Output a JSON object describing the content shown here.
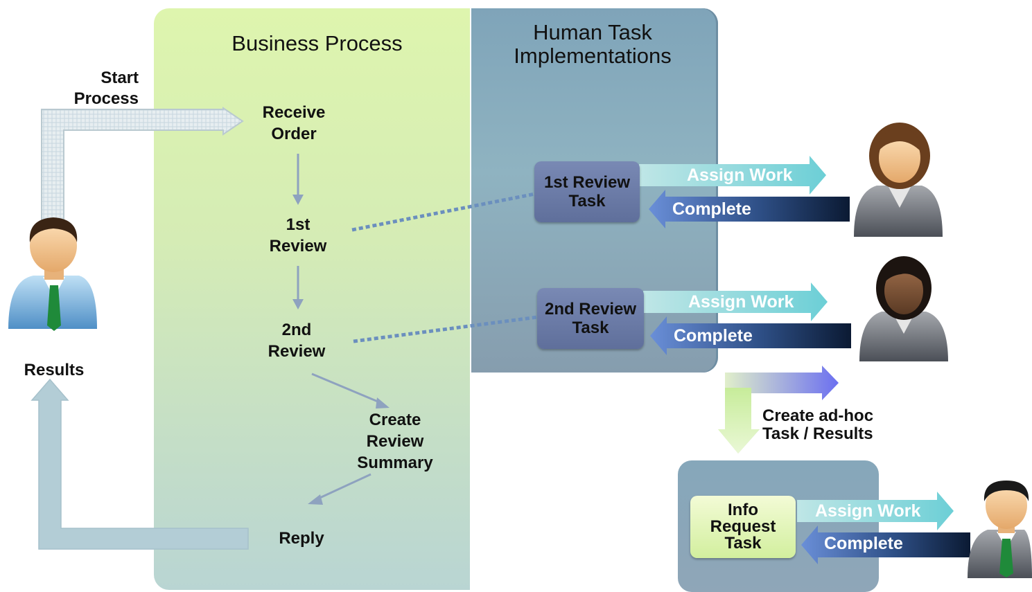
{
  "panels": {
    "business_process_title": "Business Process",
    "human_task_title": "Human Task\nImplementations"
  },
  "left_labels": {
    "start_process": "Start\nProcess",
    "results": "Results"
  },
  "process_steps": {
    "receive_order": "Receive\nOrder",
    "first_review": "1st\nReview",
    "second_review": "2nd\nReview",
    "create_review_summary": "Create\nReview\nSummary",
    "reply": "Reply"
  },
  "tasks": {
    "first_review_task": "1st Review\nTask",
    "second_review_task": "2nd Review\nTask",
    "info_request_task": "Info\nRequest\nTask"
  },
  "arrows": {
    "assign_work": "Assign Work",
    "complete": "Complete",
    "adhoc": "Create ad-hoc\nTask / Results"
  },
  "colors": {
    "bp_panel": "#d5ecb5",
    "ht_panel": "#8fb3c1",
    "assign_arrow": "#7fd0d6",
    "complete_arrow": "#5b7fc4",
    "task_box": "#6f7fac",
    "info_task_box": "#d2ef9e"
  }
}
